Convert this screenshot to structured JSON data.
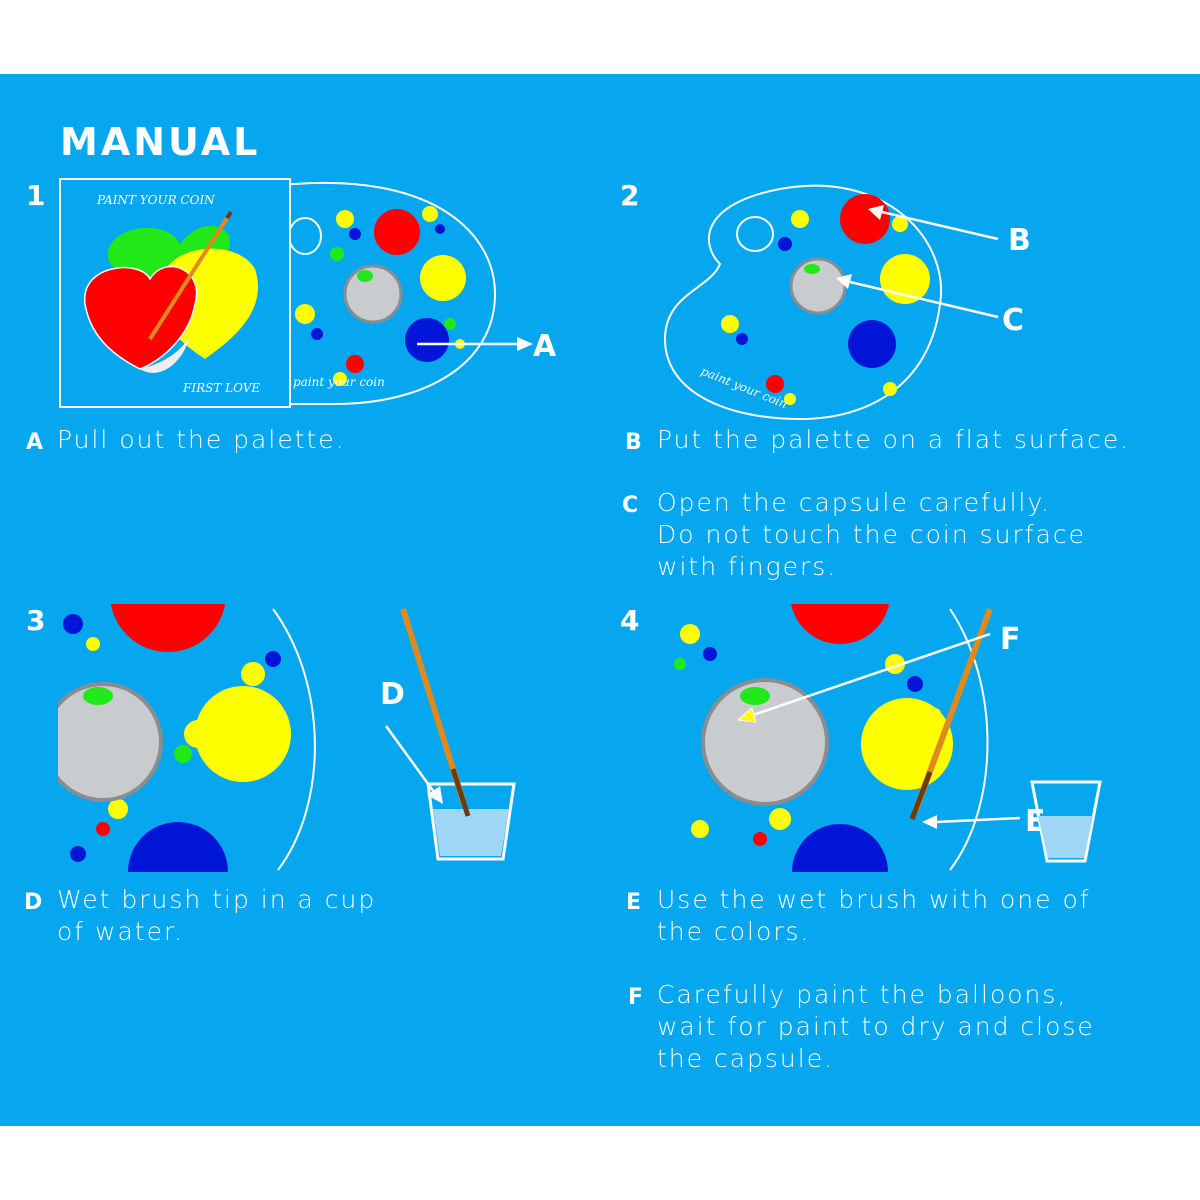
{
  "title": "MANUAL",
  "steps": [
    {
      "number": "1"
    },
    {
      "number": "2"
    },
    {
      "number": "3"
    },
    {
      "number": "4"
    }
  ],
  "cover": {
    "top_text": "PAINT YOUR COIN",
    "bottom_text": "FIRST LOVE"
  },
  "palette": {
    "brand_text": "paint your coin"
  },
  "callouts": [
    "A",
    "B",
    "C",
    "D",
    "E",
    "F"
  ],
  "instructions": {
    "A": {
      "letter": "A",
      "text": "Pull out the palette."
    },
    "B": {
      "letter": "B",
      "text": "Put the palette on a flat surface."
    },
    "C": {
      "letter": "C",
      "text": "Open the capsule carefully.\nDo not touch the coin surface\nwith fingers."
    },
    "D": {
      "letter": "D",
      "text": "Wet brush tip in a cup\nof water."
    },
    "E": {
      "letter": "E",
      "text": "Use the wet brush with one of\nthe colors."
    },
    "F": {
      "letter": "F",
      "text": "Carefully paint the balloons,\nwait for paint to dry and close\nthe capsule."
    }
  },
  "colors": {
    "background": "#06a7ef",
    "red": "#ff0000",
    "yellow": "#ffff00",
    "blue": "#0015d6",
    "green": "#22e81a"
  }
}
